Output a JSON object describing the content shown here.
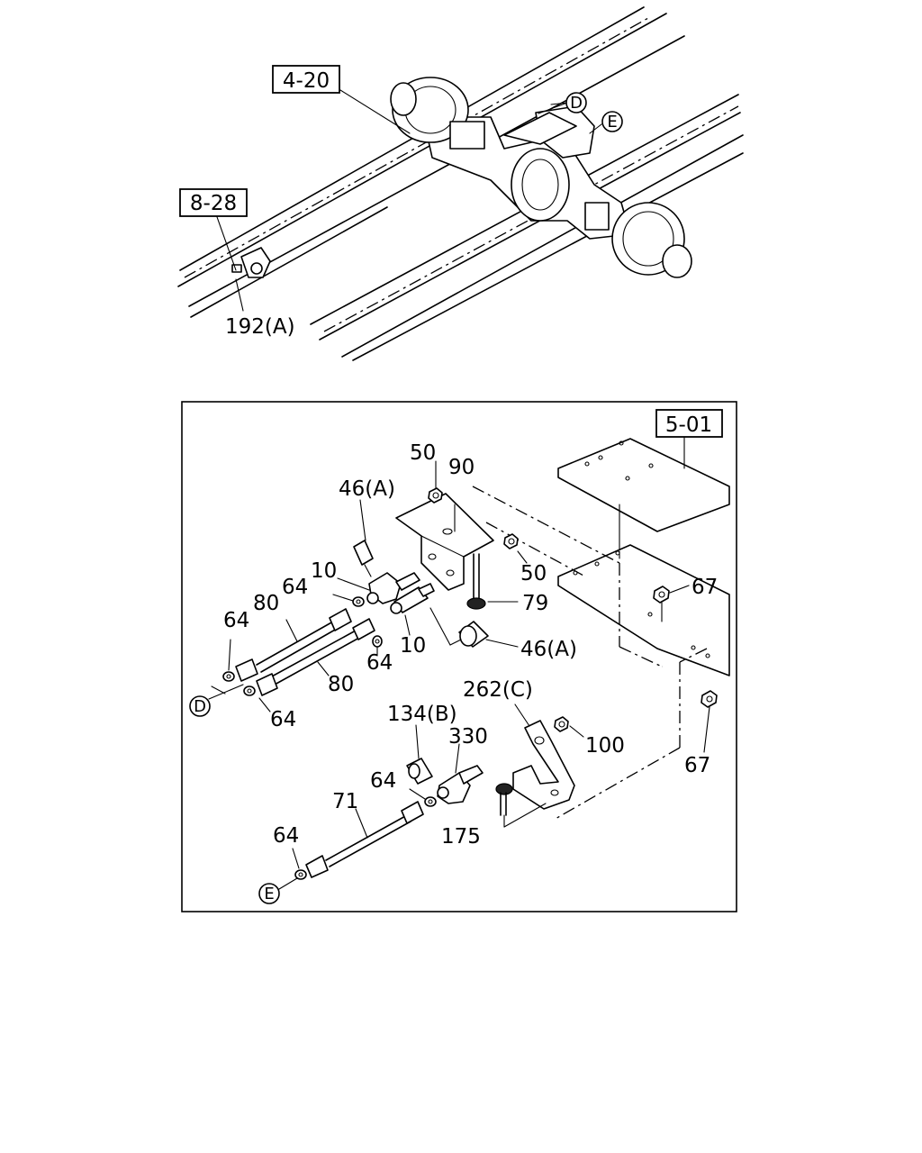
{
  "references": {
    "ref_4_20": "4-20",
    "ref_8_28": "8-28",
    "ref_5_01": "5-01"
  },
  "connectors": {
    "D": "D",
    "E": "E"
  },
  "top_view": {
    "label_192A": "192(A)"
  },
  "parts": {
    "p50_top": "50",
    "p90": "90",
    "p46A_top": "46(A)",
    "p50_right": "50",
    "p10_top": "10",
    "p64_a": "64",
    "p80_top": "80",
    "p79": "79",
    "p64_left": "64",
    "p10_bottom": "10",
    "p46A_bottom": "46(A)",
    "p67_top": "67",
    "p64_mid": "64",
    "p80_bottom": "80",
    "p64_bottom": "64",
    "p262C": "262(C)",
    "p134B": "134(B)",
    "p330": "330",
    "p100": "100",
    "p67_bottom": "67",
    "p64_lower": "64",
    "p71": "71",
    "p175": "175",
    "p64_end": "64"
  }
}
